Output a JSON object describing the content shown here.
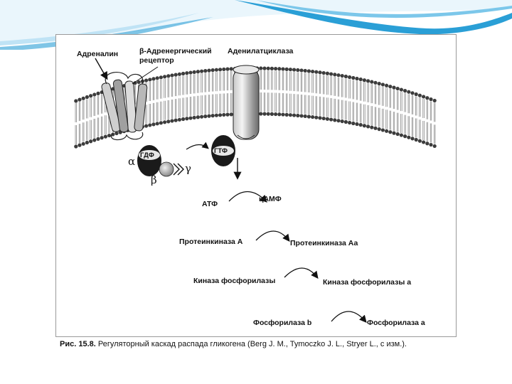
{
  "colors": {
    "frame_accent": "#2a9fd6",
    "frame_accent_light": "#bfe3f5",
    "membrane": "#555555",
    "protein_dark": "#1a1a1a",
    "protein_light": "#d8d8d8"
  },
  "labels": {
    "adrenaline": "Адреналин",
    "beta_receptor_line1": "β-Адренергический",
    "beta_receptor_line2": "рецептор",
    "adenylate_cyclase": "Аденилатциклаза",
    "alpha": "α",
    "beta": "β",
    "gamma": "γ",
    "gdp": "ГДФ",
    "gtp": "ГТФ"
  },
  "cascade": [
    {
      "from": "АТФ",
      "to": "цАМФ"
    },
    {
      "from": "Протеинкиназа А",
      "to": "Протеинкиназа Аа"
    },
    {
      "from": "Киназа фосфорилазы",
      "to": "Киназа фосфорилазы а"
    },
    {
      "from": "Фосфорилаза b",
      "to": "Фосфорилаза а"
    }
  ],
  "caption": {
    "number": "Рис. 15.8.",
    "text": "Регуляторный каскад распада гликогена (Berg J. M., Tymoczko J. L., Stryer L., с изм.)."
  }
}
